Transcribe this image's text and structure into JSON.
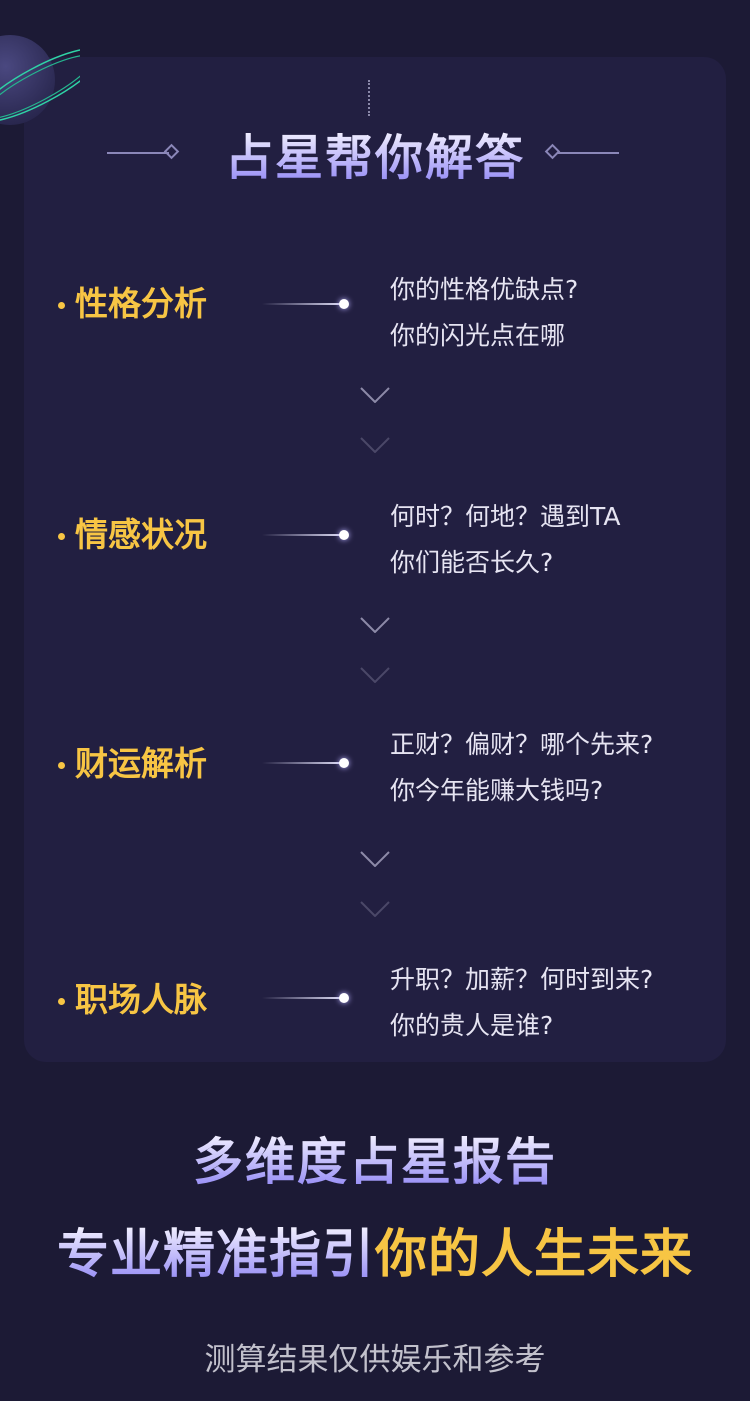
{
  "title": "占星帮你解答",
  "sections": [
    {
      "label": "性格分析",
      "questions": [
        "你的性格优缺点?",
        "你的闪光点在哪"
      ]
    },
    {
      "label": "情感状况",
      "questions": [
        "何时？何地？遇到TA",
        "你们能否长久?"
      ]
    },
    {
      "label": "财运解析",
      "questions": [
        "正财？偏财？哪个先来?",
        "你今年能赚大钱吗?"
      ]
    },
    {
      "label": "职场人脉",
      "questions": [
        "升职？加薪？何时到来?",
        "你的贵人是谁?"
      ]
    }
  ],
  "headline": "多维度占星报告",
  "subheadline_part1": "专业精准指引",
  "subheadline_part2": "你的人生未来",
  "disclaimer": "测算结果仅供娱乐和参考",
  "colors": {
    "accent": "#f7c544",
    "purple": "#8f85f5",
    "background": "#1c1a35",
    "card": "#221f41"
  }
}
